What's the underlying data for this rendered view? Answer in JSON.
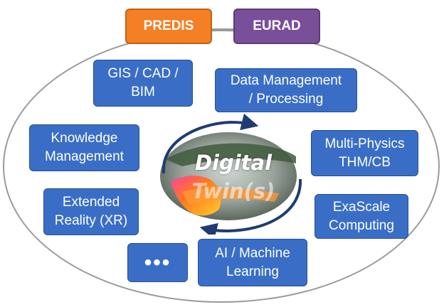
{
  "tags": {
    "predis": "PREDIS",
    "eurad": "EURAD"
  },
  "boxes": {
    "gis": [
      "GIS / CAD /",
      "BIM"
    ],
    "data": [
      "Data Management",
      "/ Processing"
    ],
    "knowledge": [
      "Knowledge",
      "Management"
    ],
    "multiphysics": [
      "Multi-Physics",
      "THM/CB"
    ],
    "extended": [
      "Extended",
      "Reality (XR)"
    ],
    "exascale": [
      "ExaScale",
      "Computing"
    ],
    "more": "•••",
    "ai": [
      "AI / Machine",
      "Learning"
    ]
  },
  "center": {
    "line1": "Digital",
    "line2": "Twin(s)"
  },
  "colors": {
    "box_fill": "#3a6ec6",
    "predis": "#f47f24",
    "eurad": "#7a4f9a",
    "ellipse": "#9a9a9a",
    "arrow": "#1f3b73"
  },
  "icons": {
    "cycle": "circular-arrows-icon"
  }
}
